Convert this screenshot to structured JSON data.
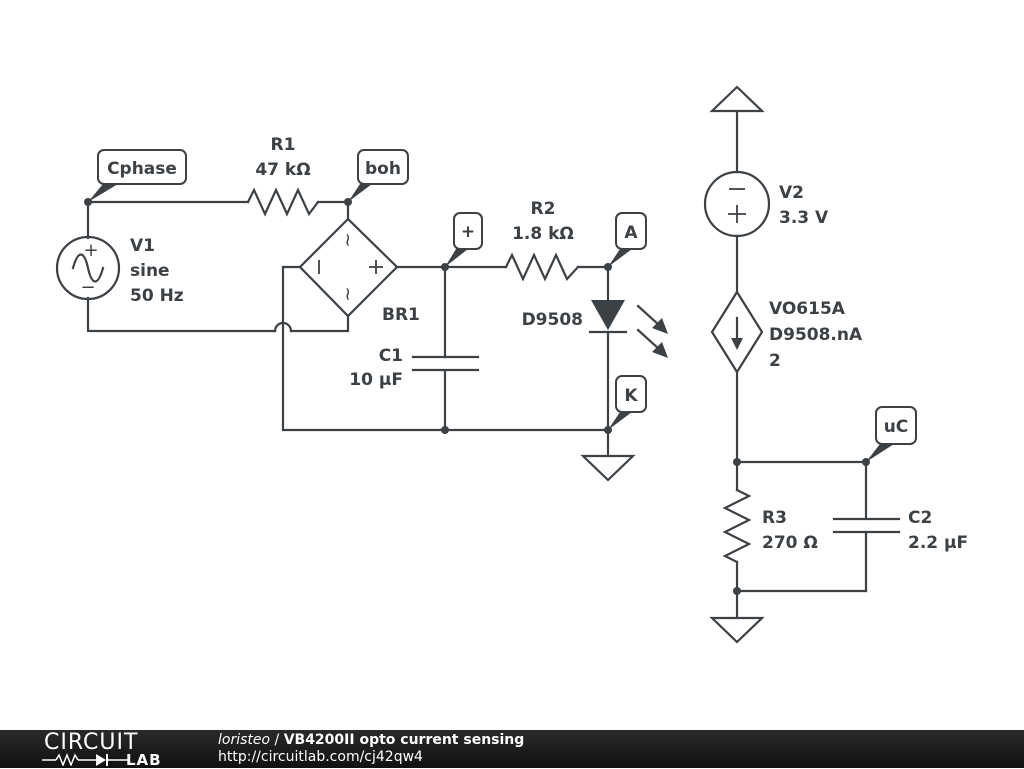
{
  "components": {
    "V1": {
      "name": "V1",
      "type": "sine",
      "value": "50 Hz"
    },
    "R1": {
      "name": "R1",
      "value": "47 kΩ"
    },
    "BR1": {
      "name": "BR1",
      "pin_ac1": "~",
      "pin_ac2": "~",
      "pin_minus": "−",
      "pin_plus": "+"
    },
    "C1": {
      "name": "C1",
      "value": "10 µF"
    },
    "R2": {
      "name": "R2",
      "value": "1.8 kΩ"
    },
    "D9508": {
      "name": "D9508"
    },
    "V2": {
      "name": "V2",
      "value": "3.3 V"
    },
    "VO615A": {
      "name": "VO615A",
      "control": "D9508.nA",
      "gain": "2"
    },
    "R3": {
      "name": "R3",
      "value": "270 Ω"
    },
    "C2": {
      "name": "C2",
      "value": "2.2 µF"
    }
  },
  "net_labels": {
    "cphase": "Cphase",
    "boh": "boh",
    "plus": "+",
    "anode": "A",
    "cathode": "K",
    "uc": "uC"
  },
  "source_symbols": {
    "plus": "+",
    "minus": "−"
  },
  "footer": {
    "logo_top": "CIRCUIT",
    "logo_bottom": "LAB",
    "user": "loristeo",
    "separator": " / ",
    "title": "VB4200II opto current sensing",
    "url": "http://circuitlab.com/cj42qw4"
  }
}
